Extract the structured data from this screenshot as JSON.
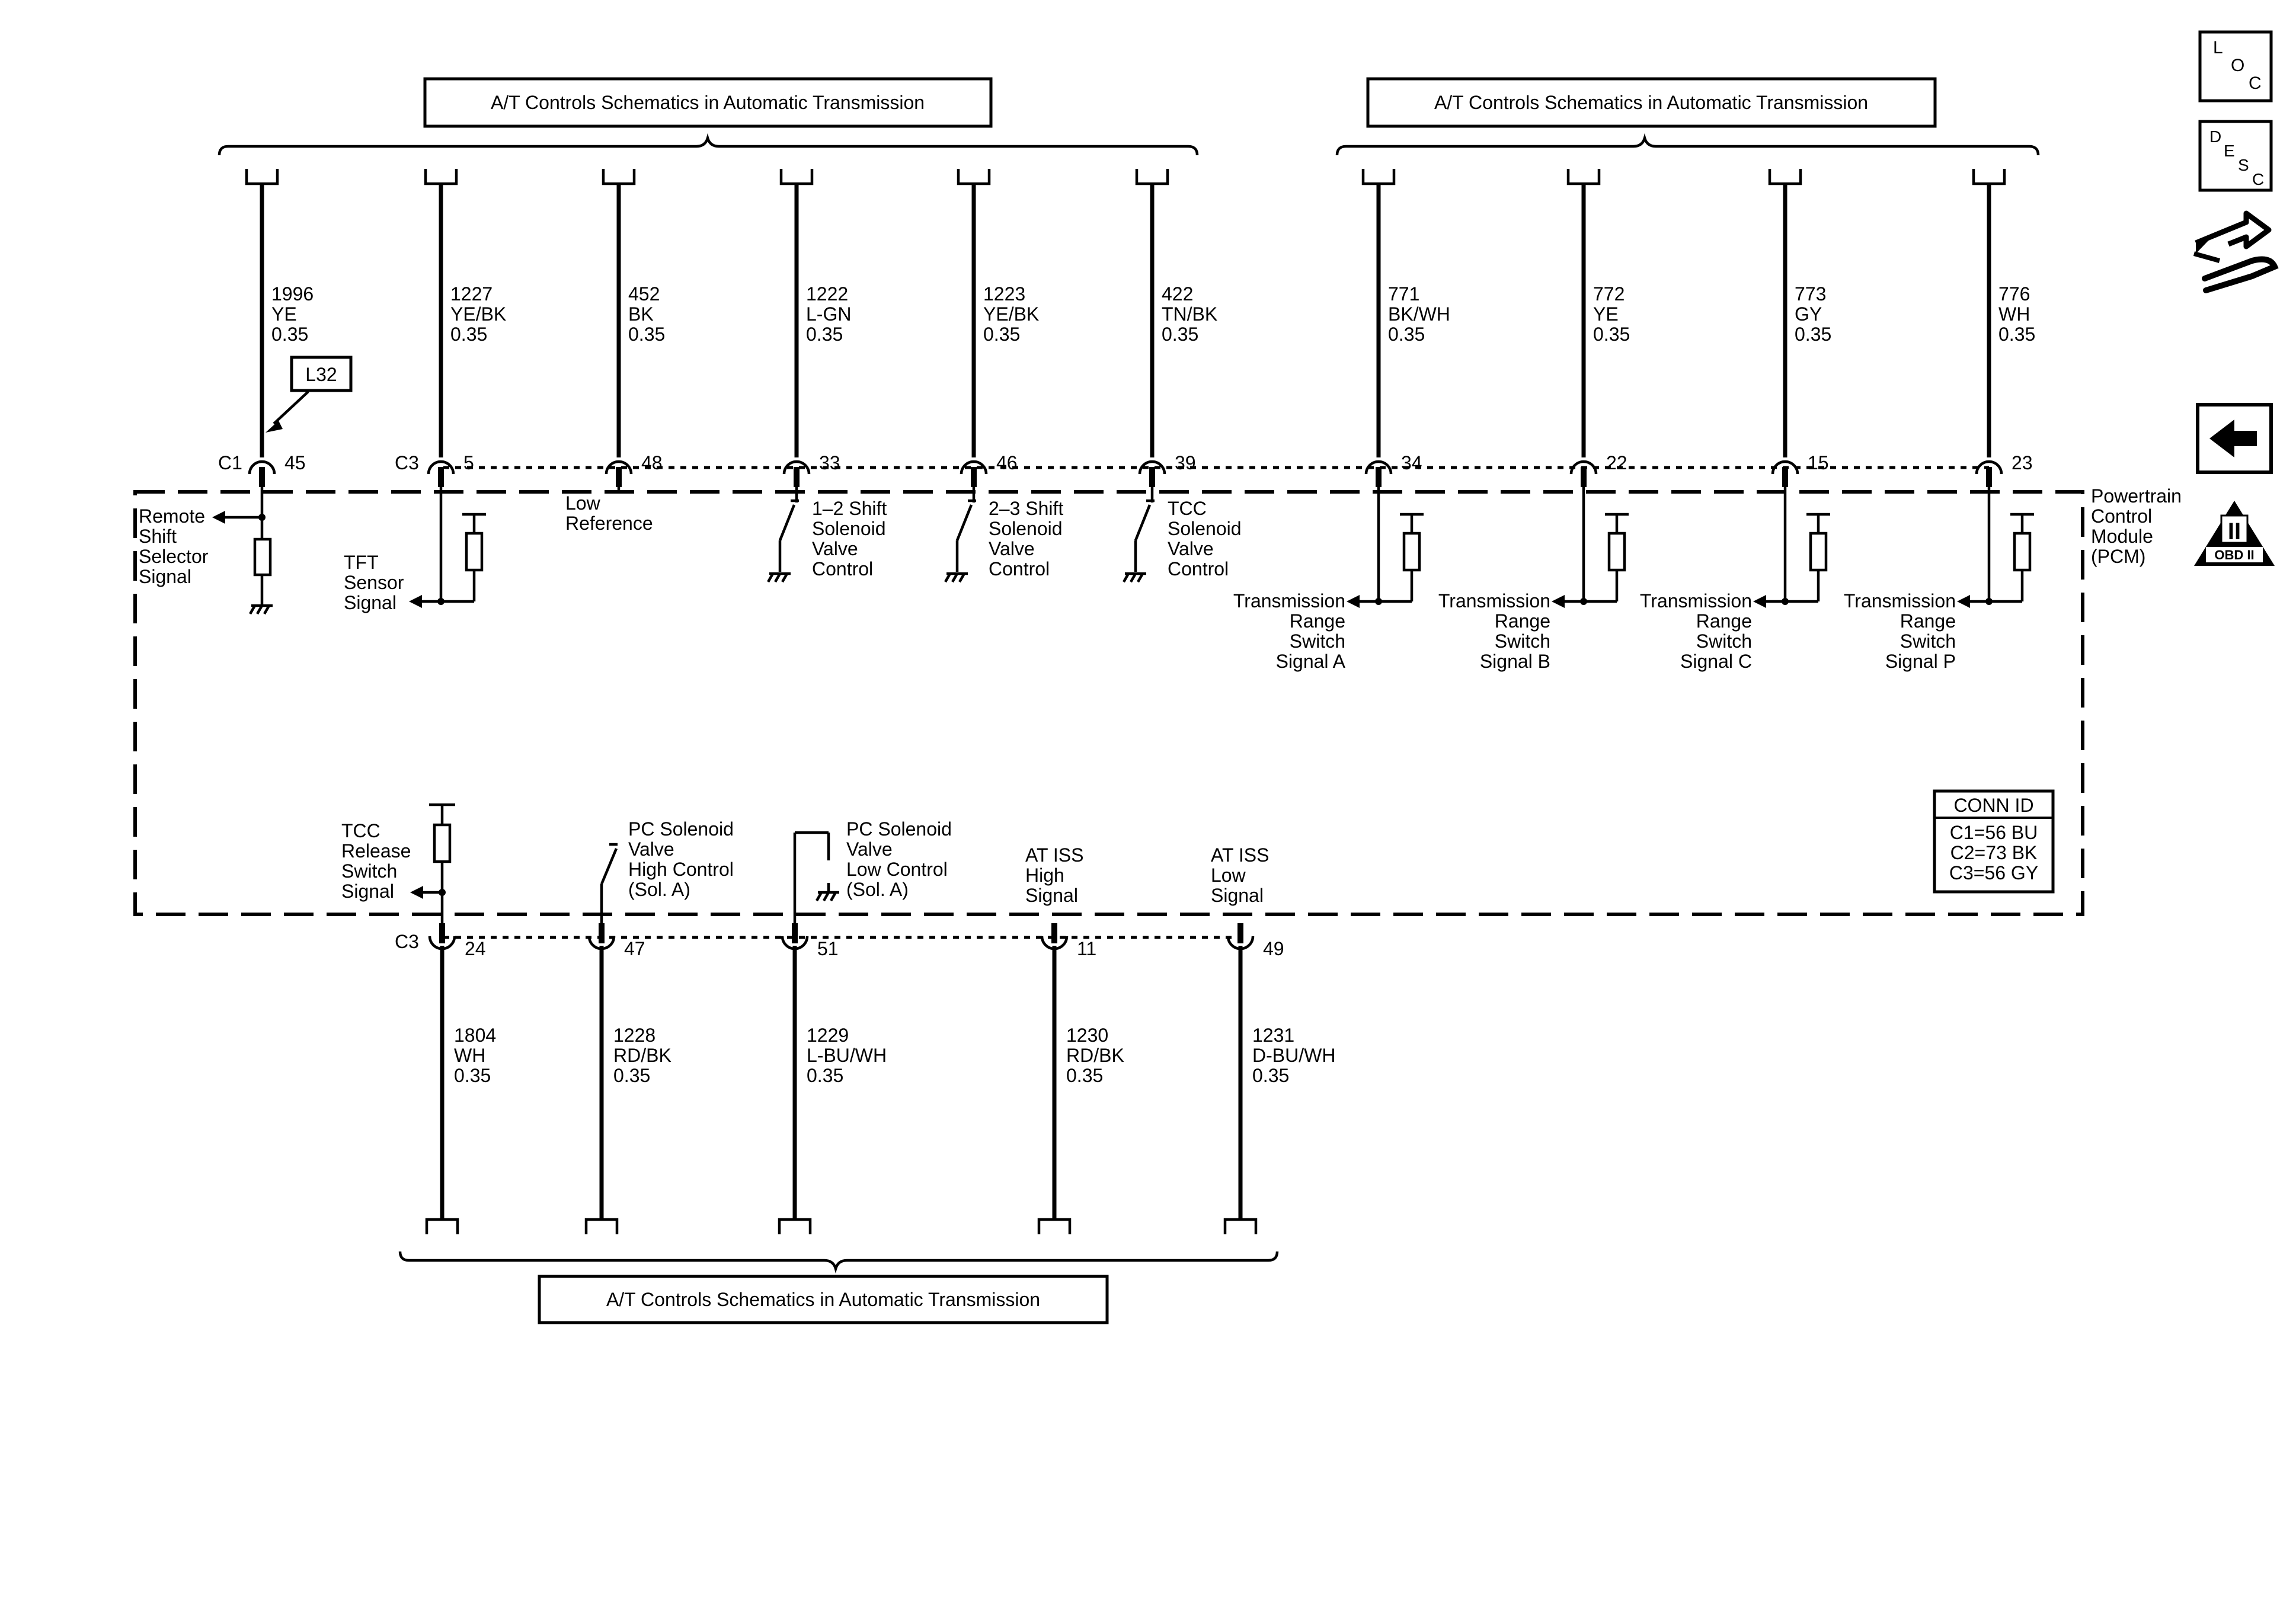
{
  "nav_refs": [
    {
      "label": "A/T Controls Schematics in Automatic Transmission"
    },
    {
      "label": "A/T Controls Schematics in Automatic Transmission"
    },
    {
      "label": "A/T Controls Schematics in Automatic Transmission"
    }
  ],
  "top_wires": [
    {
      "circuit": "1996",
      "color": "YE",
      "gauge": "0.35",
      "connector": "C1",
      "pin": "45"
    },
    {
      "circuit": "1227",
      "color": "YE/BK",
      "gauge": "0.35",
      "connector": "C3",
      "pin": "5"
    },
    {
      "circuit": "452",
      "color": "BK",
      "gauge": "0.35",
      "pin": "48"
    },
    {
      "circuit": "1222",
      "color": "L-GN",
      "gauge": "0.35",
      "pin": "33"
    },
    {
      "circuit": "1223",
      "color": "YE/BK",
      "gauge": "0.35",
      "pin": "46"
    },
    {
      "circuit": "422",
      "color": "TN/BK",
      "gauge": "0.35",
      "pin": "39"
    },
    {
      "circuit": "771",
      "color": "BK/WH",
      "gauge": "0.35",
      "pin": "34"
    },
    {
      "circuit": "772",
      "color": "YE",
      "gauge": "0.35",
      "pin": "22"
    },
    {
      "circuit": "773",
      "color": "GY",
      "gauge": "0.35",
      "pin": "15"
    },
    {
      "circuit": "776",
      "color": "WH",
      "gauge": "0.35",
      "pin": "23"
    }
  ],
  "bottom_wires": [
    {
      "circuit": "1804",
      "color": "WH",
      "gauge": "0.35",
      "connector": "C3",
      "pin": "24"
    },
    {
      "circuit": "1228",
      "color": "RD/BK",
      "gauge": "0.35",
      "pin": "47"
    },
    {
      "circuit": "1229",
      "color": "L-BU/WH",
      "gauge": "0.35",
      "pin": "51"
    },
    {
      "circuit": "1230",
      "color": "RD/BK",
      "gauge": "0.35",
      "pin": "11"
    },
    {
      "circuit": "1231",
      "color": "D-BU/WH",
      "gauge": "0.35",
      "pin": "49"
    }
  ],
  "option_tag": "L32",
  "internal_labels": {
    "remote_shift": [
      "Remote",
      "Shift",
      "Selector",
      "Signal"
    ],
    "tft": [
      "TFT",
      "Sensor",
      "Signal"
    ],
    "low_ref": [
      "Low",
      "Reference"
    ],
    "shift12": [
      "1–2 Shift",
      "Solenoid",
      "Valve",
      "Control"
    ],
    "shift23": [
      "2–3 Shift",
      "Solenoid",
      "Valve",
      "Control"
    ],
    "tcc": [
      "TCC",
      "Solenoid",
      "Valve",
      "Control"
    ],
    "range_a": [
      "Transmission",
      "Range",
      "Switch",
      "Signal A"
    ],
    "range_b": [
      "Transmission",
      "Range",
      "Switch",
      "Signal B"
    ],
    "range_c": [
      "Transmission",
      "Range",
      "Switch",
      "Signal C"
    ],
    "range_p": [
      "Transmission",
      "Range",
      "Switch",
      "Signal P"
    ],
    "tcc_release": [
      "TCC",
      "Release",
      "Switch",
      "Signal"
    ],
    "pc_high": [
      "PC Solenoid",
      "Valve",
      "High Control",
      "(Sol. A)"
    ],
    "pc_low": [
      "PC Solenoid",
      "Valve",
      "Low Control",
      "(Sol. A)"
    ],
    "iss_high": [
      "AT ISS",
      "High",
      "Signal"
    ],
    "iss_low": [
      "AT ISS",
      "Low",
      "Signal"
    ]
  },
  "module_name": [
    "Powertrain",
    "Control",
    "Module",
    "(PCM)"
  ],
  "conn_id": {
    "title": "CONN ID",
    "lines": [
      "C1=56 BU",
      "C2=73 BK",
      "C3=56 GY"
    ]
  },
  "side_icons": {
    "loc": [
      "L",
      "O",
      "C"
    ],
    "desc": [
      "D",
      "E",
      "S",
      "C"
    ],
    "obd": "OBD II",
    "obd_numeral": "II"
  },
  "icon_names": [
    "location-icon",
    "description-icon",
    "connector-views-icon",
    "back-arrow-icon",
    "obd-ii-icon"
  ]
}
